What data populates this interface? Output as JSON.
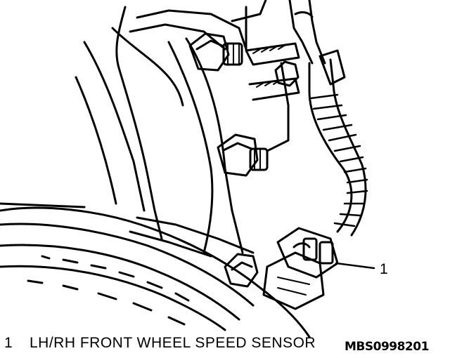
{
  "callout": {
    "number": "1"
  },
  "caption": {
    "number": "1",
    "text": "LH/RH FRONT WHEEL SPEED SENSOR"
  },
  "figure_code": "MBS0998201",
  "colors": {
    "ink": "#000000",
    "paper": "#ffffff"
  }
}
